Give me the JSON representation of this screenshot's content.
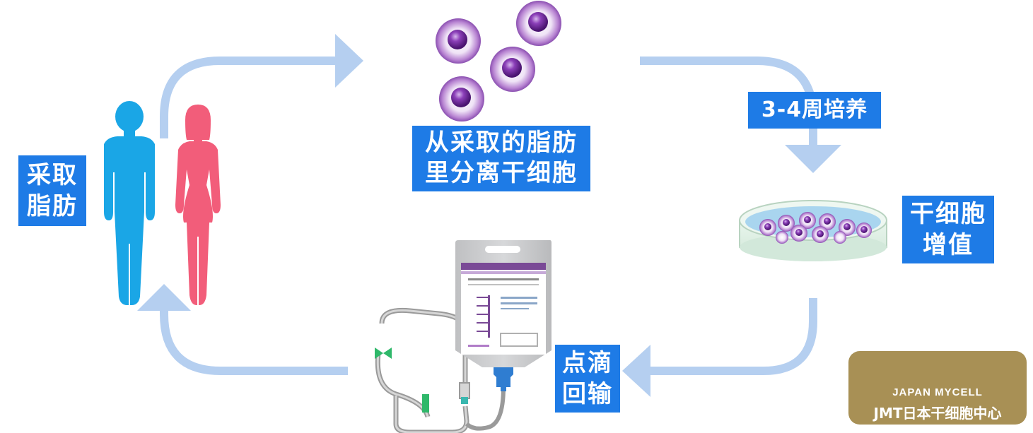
{
  "steps": {
    "harvest": {
      "line1": "采取",
      "line2": "脂肪"
    },
    "isolate": {
      "line1": "从采取的脂肪",
      "line2": "里分离干细胞"
    },
    "culture": {
      "text": "3-4周培养"
    },
    "proliferate": {
      "line1": "干细胞",
      "line2": "增值"
    },
    "infuse": {
      "line1": "点滴",
      "line2": "回输"
    }
  },
  "logo": {
    "name_en": "JAPAN MYCELL",
    "name_cn": "JMT日本干细胞中心"
  },
  "colors": {
    "label_bg": "#1e7be6",
    "arrow": "#b5cff0",
    "male_figure": "#1aa6e6",
    "female_figure": "#f25d7a",
    "cell": "#7a3c9c",
    "logo_bg": "#a89055"
  },
  "icons": [
    "male-figure-icon",
    "female-figure-icon",
    "stem-cell-icon",
    "petri-dish-icon",
    "iv-bag-icon",
    "mycell-logo-icon"
  ]
}
